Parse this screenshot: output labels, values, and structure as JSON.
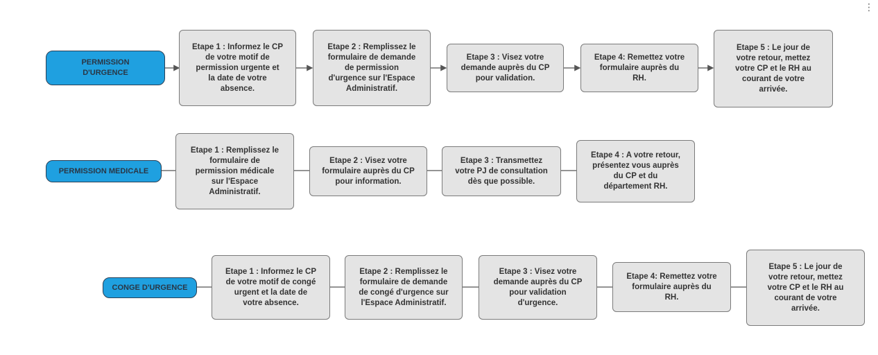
{
  "row1": {
    "label": "PERMISSION\nD'URGENCE",
    "steps": [
      "Etape 1 : Informez le CP\nde votre motif de\npermission urgente et\nla date de votre\nabsence.",
      "Etape 2 : Remplissez le\nformulaire de demande\nde permission\nd'urgence sur l'Espace\nAdministratif.",
      "Etape 3 : Visez votre\ndemande auprès du CP\npour validation.",
      "Etape 4: Remettez votre\nformulaire auprès du\nRH.",
      "Etape 5 : Le jour de\nvotre retour, mettez\nvotre CP et le RH au\ncourant de votre\narrivée."
    ]
  },
  "row2": {
    "label": "PERMISSION MEDICALE",
    "steps": [
      "Etape 1 : Remplissez le\nformulaire de\npermission médicale\nsur l'Espace\nAdministratif.",
      "Etape 2 : Visez votre\nformulaire auprès du CP\npour information.",
      "Etape 3 : Transmettez\nvotre PJ de consultation\ndès que possible.",
      "Etape 4 : A votre retour,\nprésentez vous auprès\ndu CP et du\ndépartement RH."
    ]
  },
  "row3": {
    "label": "CONGE D'URGENCE",
    "steps": [
      "Etape 1 : Informez le CP\nde votre motif de congé\nurgent et la date de\nvotre absence.",
      "Etape 2 : Remplissez le\nformulaire de demande\nde congé d'urgence sur\nl'Espace Administratif.",
      "Etape 3 : Visez votre\ndemande auprès du CP\npour validation\nd'urgence.",
      "Etape 4: Remettez votre\nformulaire auprès du\nRH.",
      "Etape 5 : Le jour de\nvotre retour, mettez\nvotre CP et le RH au\ncourant de votre\narrivée."
    ]
  },
  "colors": {
    "label_fill": "#1fa0e0",
    "step_fill": "#e4e4e4",
    "connector": "#555555"
  },
  "menu_icon": "kebab-menu-icon"
}
